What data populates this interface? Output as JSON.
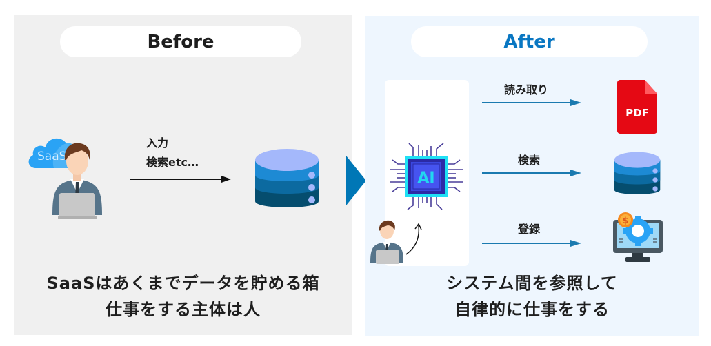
{
  "before": {
    "title": "Before",
    "saas_cloud_text": "SaaS",
    "action_line1": "入力",
    "action_line2": "検索etc…",
    "caption_line1": "SaaSはあくまでデータを貯める箱",
    "caption_line2": "仕事をする主体は人",
    "icons": [
      "saas-cloud-icon",
      "person-laptop-icon",
      "arrow-right-icon",
      "database-icon"
    ]
  },
  "after": {
    "title": "After",
    "ai_chip_text": "AI",
    "actions": [
      {
        "label": "読み取り",
        "target": "pdf-icon"
      },
      {
        "label": "検索",
        "target": "database-icon"
      },
      {
        "label": "登録",
        "target": "monitor-gear-icon"
      }
    ],
    "pdf_text": "PDF",
    "coin_symbol": "$",
    "caption_line1": "システム間を参照して",
    "caption_line2": "自律的に仕事をする"
  },
  "colors": {
    "before_bg": "#f0f0f0",
    "after_bg": "#eef6fe",
    "after_title": "#0a77c2",
    "transition_arrow": "#0077b6",
    "flow_arrow": "#1a7ab0",
    "pdf_red": "#e50914"
  }
}
